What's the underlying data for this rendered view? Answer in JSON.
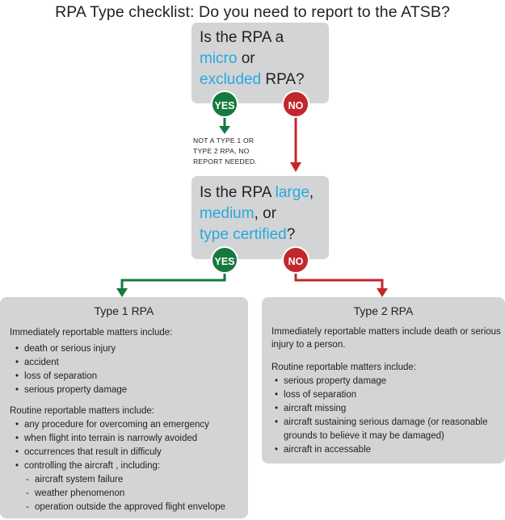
{
  "title": "RPA Type checklist: Do you need to report to the ATSB?",
  "colors": {
    "box": "#d3d4d5",
    "yes": "#167a3e",
    "no": "#c2272d",
    "highlight": "#27a8e0"
  },
  "q1": {
    "line1": "Is the RPA a",
    "micro": "micro",
    "or": " or",
    "excluded": "excluded",
    "rpa": " RPA?"
  },
  "q2": {
    "line1a": "Is the RPA ",
    "large": "large",
    "comma": ",",
    "medium": "medium",
    "or": ", or",
    "type_certified": "type certified",
    "q": "?"
  },
  "yes_label": "YES",
  "no_label": "NO",
  "note": [
    "NOT A TYPE 1 OR",
    "TYPE 2 RPA, NO",
    "REPORT NEEDED."
  ],
  "type1": {
    "title": "Type 1 RPA",
    "immediate_heading": "Immediately reportable matters include:",
    "immediate_items": [
      "death or serious injury",
      "accident",
      "loss of separation",
      "serious property damage"
    ],
    "routine_heading": "Routine reportable matters include:",
    "routine_items": [
      "any procedure for overcoming an emergency",
      "when flight into terrain is narrowly avoided",
      "occurrences that result in difficuly",
      "controlling the aircraft , including:"
    ],
    "sub_items": [
      "aircraft system failure",
      "weather phenomenon",
      "operation outside the approved flight envelope"
    ]
  },
  "type2": {
    "title": "Type 2 RPA",
    "immediate_text": "Immediately reportable matters include death or serious injury to a person.",
    "routine_heading": "Routine reportable matters include:",
    "routine_items": [
      "serious property damage",
      "loss of separation",
      "aircraft missing",
      "aircraft sustaining serious damage (or reasonable grounds to believe it may be damaged)",
      "aircraft in accessable"
    ]
  }
}
